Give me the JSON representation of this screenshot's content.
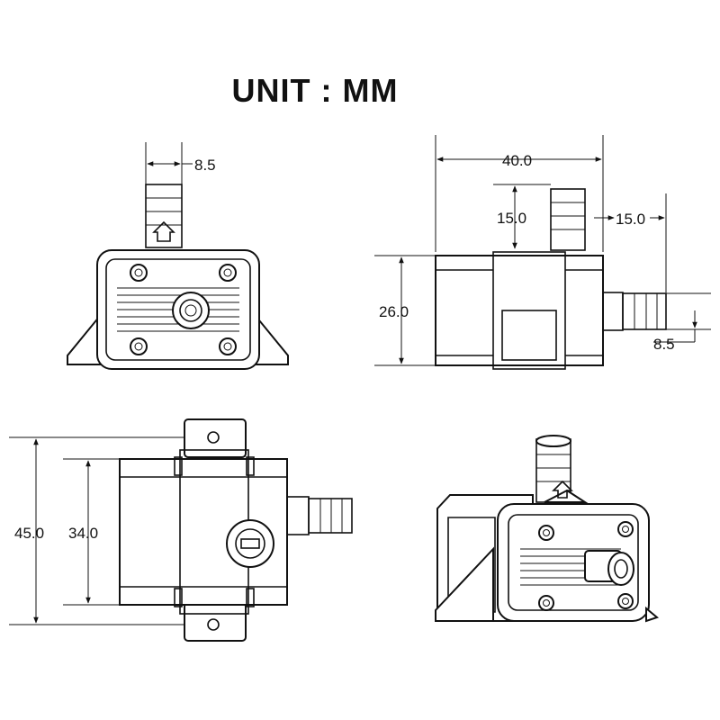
{
  "title": "UNIT : MM",
  "dimensions": {
    "front_inlet": "8.5",
    "side_width": "40.0",
    "side_inlet_height": "15.0",
    "side_outlet_length": "15.0",
    "side_height": "26.0",
    "side_outlet_dia": "8.5",
    "top_length": "45.0",
    "top_body": "34.0"
  }
}
